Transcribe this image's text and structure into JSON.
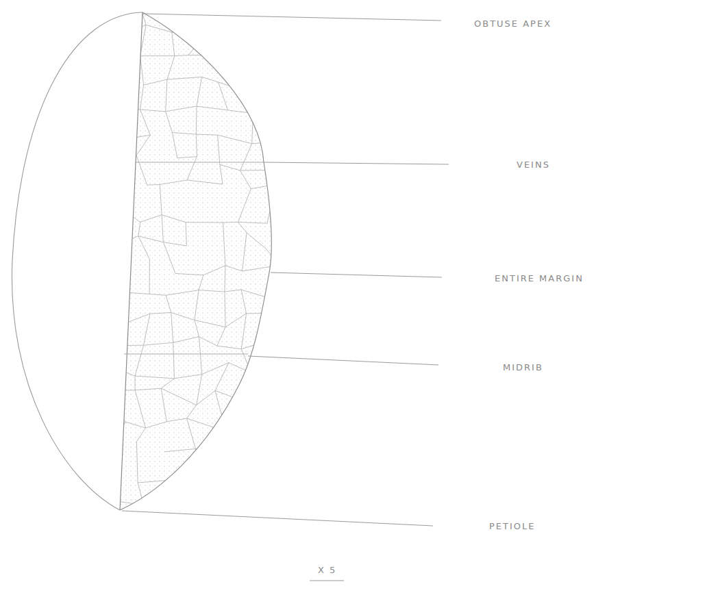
{
  "diagram": {
    "labels": [
      "OBTUSE APEX",
      "VEINS",
      "ENTIRE MARGIN",
      "MIDRIB",
      "PETIOLE",
      "X 5"
    ]
  }
}
